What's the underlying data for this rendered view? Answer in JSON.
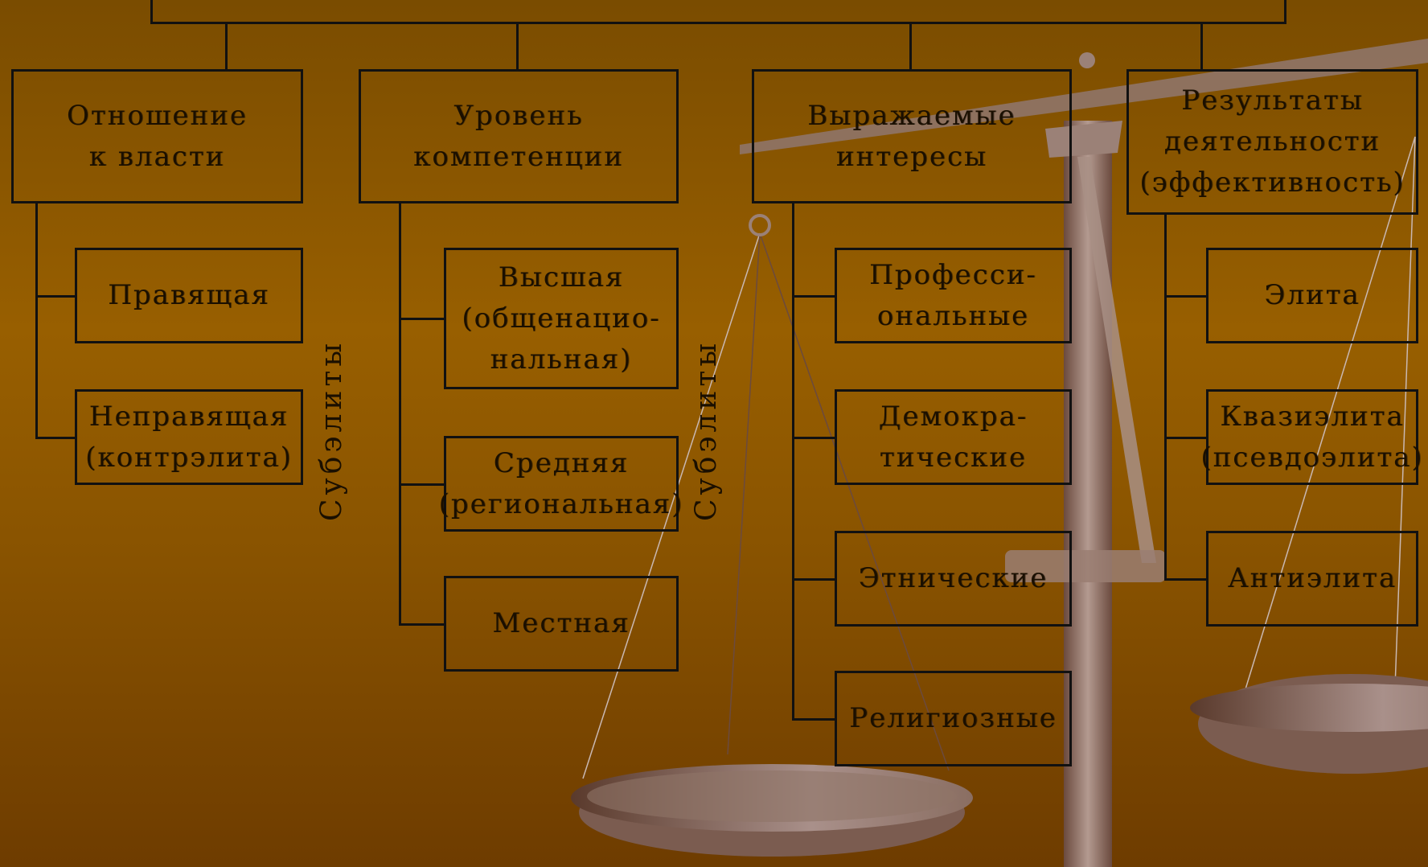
{
  "diagram": {
    "columns": [
      {
        "header": "Отношение\nк власти",
        "items": [
          "Правящая",
          "Неправящая\n(контрэлита)"
        ]
      },
      {
        "header": "Уровень\nкомпетенции",
        "items": [
          "Высшая\n(общенацио-\nнальная)",
          "Средняя\n(региональная)",
          "Местная"
        ]
      },
      {
        "header": "Выражаемые\nинтересы",
        "items": [
          "Професси-\nональные",
          "Демокра-\nтические",
          "Этнические",
          "Религиозные"
        ]
      },
      {
        "header": "Результаты\nдеятельности\n(эффективность)",
        "items": [
          "Элита",
          "Квазиэлита\n(псевдоэлита)",
          "Антиэлита"
        ]
      }
    ],
    "side_labels": [
      "Субэлиты",
      "Субэлиты"
    ]
  },
  "colors": {
    "background_top": "#7a4c00",
    "background_mid": "#985f00",
    "background_bottom": "#6e3c00",
    "border": "#111111",
    "scales_metal": "#9a7e72"
  },
  "decoration": {
    "background_image": "scales-of-justice"
  }
}
